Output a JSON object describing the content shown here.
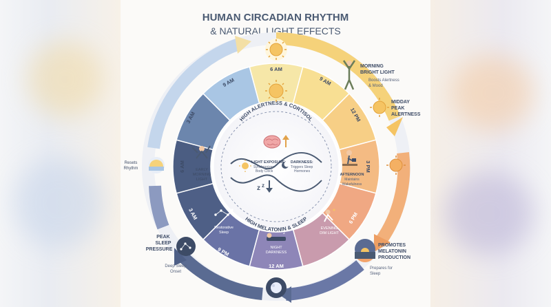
{
  "title": {
    "line1": "HUMAN CIRCADIAN RHYTHM",
    "line2": "& NATURAL LIGHT EFFECTS"
  },
  "time_labels": {
    "six_am_top": "6 AM",
    "nine_am_left": "9 AM",
    "nine_am_right": "9 AM",
    "twelve_pm": "12 PM",
    "three_am_left": "3 AM",
    "three_pm": "3 PM",
    "six_am_left": "6 AM",
    "three_am_low": "3 AM",
    "six_pm": "6 PM",
    "nine_pm": "9 PM",
    "twelve_am": "12 AM"
  },
  "callouts": {
    "morning_bright_light": {
      "title_1": "MORNING",
      "title_2": "BRIGHT LIGHT",
      "desc_1": "Boosts Alertness",
      "desc_2": "& Mood"
    },
    "midday_peak": {
      "title_1": "MIDDAY",
      "title_2": "PEAK",
      "title_3": "ALERTNESS"
    },
    "resets_rhythm": {
      "line_1": "Resets",
      "line_2": "Rhythm"
    },
    "peak_sleep_pressure": {
      "title_1": "PEAK",
      "title_2": "SLEEP",
      "title_3": "PRESSURE",
      "desc_1": "Deep Sleep",
      "desc_2": "Onset"
    },
    "promotes_melatonin": {
      "title_1": "PROMOTES",
      "title_2": "MELATONIN",
      "title_3": "PRODUCTION",
      "desc_1": "Prepares for",
      "desc_2": "Sleep"
    }
  },
  "segments": {
    "early_morning": {
      "line_1": "EARLY",
      "line_2": "MORNING",
      "line_3": "LIGHT"
    },
    "afternoon": {
      "line_1": "AFTERNOON",
      "line_2": "Maintains",
      "line_3": "Wakefulness"
    },
    "evening": {
      "line_1": "EVENING",
      "line_2": "DIM LIGHT"
    },
    "night": {
      "line_1": "NIGHT",
      "line_2": "DARKNESS"
    },
    "restorative": {
      "line_1": "Restorative",
      "line_2": "Sleep"
    }
  },
  "center": {
    "top_arc": "HIGH ALERTNESS & CORTISOL",
    "bottom_arc": "HIGH MELATONIN & SLEEP",
    "light_exposure": {
      "title": "LIGHT EXPOSURE:",
      "desc_1": "Synchronizes",
      "desc_2": "Body Clock"
    },
    "darkness": {
      "title": "DARKNESS:",
      "desc_1": "Triggers Sleep",
      "desc_2": "Hormones"
    }
  },
  "colors": {
    "title": "#4a5a72",
    "ring_day": "#f6e3a0",
    "ring_afternoon": "#f3b889",
    "ring_evening": "#8e86b8",
    "ring_night": "#4e5f86",
    "ring_morning": "#a9c6e4",
    "arrow_day": "#f2c46a",
    "arrow_night": "#5a6b92"
  }
}
